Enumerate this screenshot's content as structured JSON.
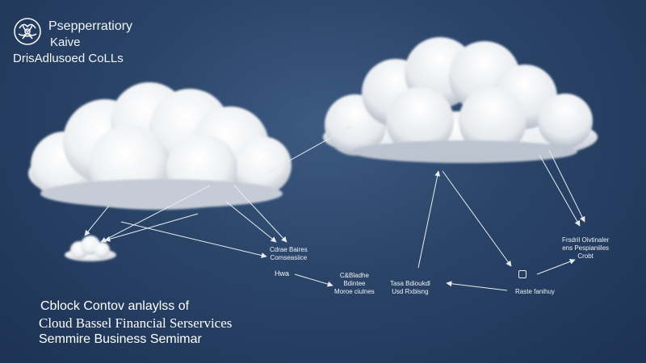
{
  "logo": {
    "icon": "brain-icon",
    "line1": "Psepperratiory",
    "line2": "Kaive",
    "line3": "DrisAdlusoed CoLLs"
  },
  "nodes": {
    "n1": {
      "line1": "Cdrae Baires",
      "line2": "Comseasiice"
    },
    "n2": {
      "line1": "Hwa"
    },
    "n3": {
      "line1": "C&Bladhe",
      "line2": "Bdintee",
      "line3": "Moroe ciulnes"
    },
    "n4": {
      "line1": "Tasa Bdioukdl",
      "line2": "Usd Rxbisng"
    },
    "n5": {
      "line1": "Raste fanihuy"
    },
    "n6": {
      "line1": "Frsdril Oivtinaler",
      "line2": "ens Pespianiiles",
      "line3": "Crobt"
    }
  },
  "caption": {
    "line1": "Cblock Contov anlaylss of",
    "line2": "Cloud Bassel Financial Serservices",
    "line3": "Semmire Business Semimar"
  },
  "colors": {
    "sky_top": "#1d3254",
    "sky_mid": "#3d5a82",
    "cloud": "#f4f5f7",
    "arrow": "#e8ecf2"
  }
}
